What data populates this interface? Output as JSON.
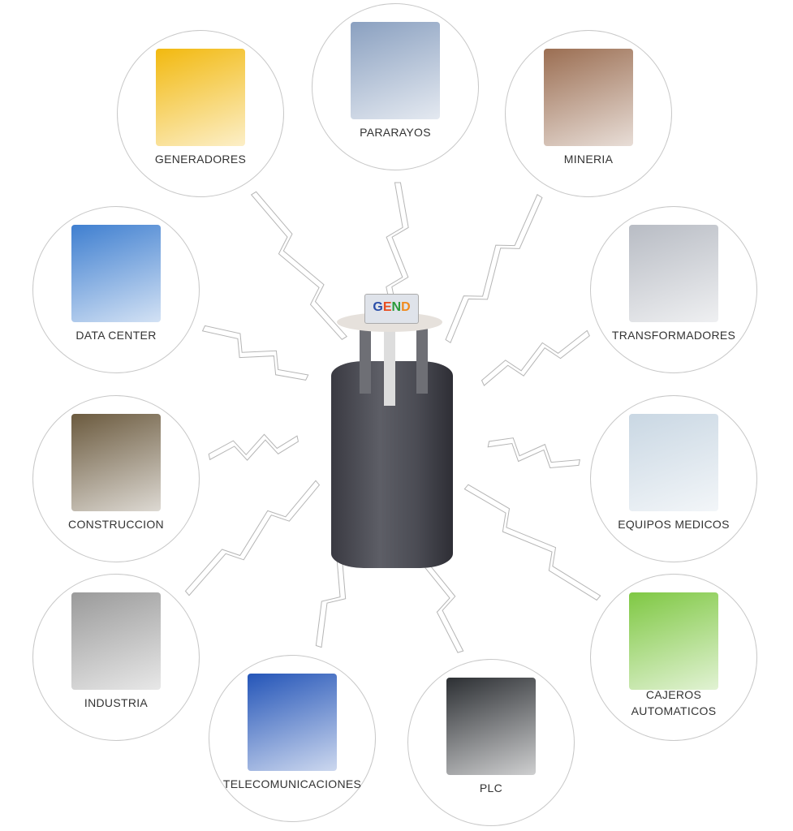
{
  "center": {
    "logo_text": "GEND",
    "logo_colors": [
      "#2a4ea8",
      "#e84c1e",
      "#2a9a3a",
      "#f08a1c"
    ]
  },
  "nodes": [
    {
      "label": "GENERADORES",
      "icon": "generator-icon",
      "color": "#f2b90f"
    },
    {
      "label": "PARARAYOS",
      "icon": "lightning-rod-icon",
      "color": "#8aa0c0"
    },
    {
      "label": "MINERIA",
      "icon": "mining-icon",
      "color": "#9b6e52"
    },
    {
      "label": "DATA CENTER",
      "icon": "server-rack-icon",
      "color": "#3f7fd0"
    },
    {
      "label": "TRANSFORMADORES",
      "icon": "transformer-icon",
      "color": "#b8bcc4"
    },
    {
      "label": "CONSTRUCCION",
      "icon": "construction-icon",
      "color": "#6b5a3e"
    },
    {
      "label": "EQUIPOS MEDICOS",
      "icon": "medical-scanner-icon",
      "color": "#c9d7e3"
    },
    {
      "label": "INDUSTRIA",
      "icon": "factory-icon",
      "color": "#9a9a9a"
    },
    {
      "label": "CAJEROS AUTOMATICOS",
      "icon": "atm-icon",
      "color": "#7fc843"
    },
    {
      "label": "TELECOMUNICACIONES",
      "icon": "telecom-tower-icon",
      "color": "#2455b8"
    },
    {
      "label": "PLC",
      "icon": "plc-icon",
      "color": "#2c2f33"
    }
  ]
}
